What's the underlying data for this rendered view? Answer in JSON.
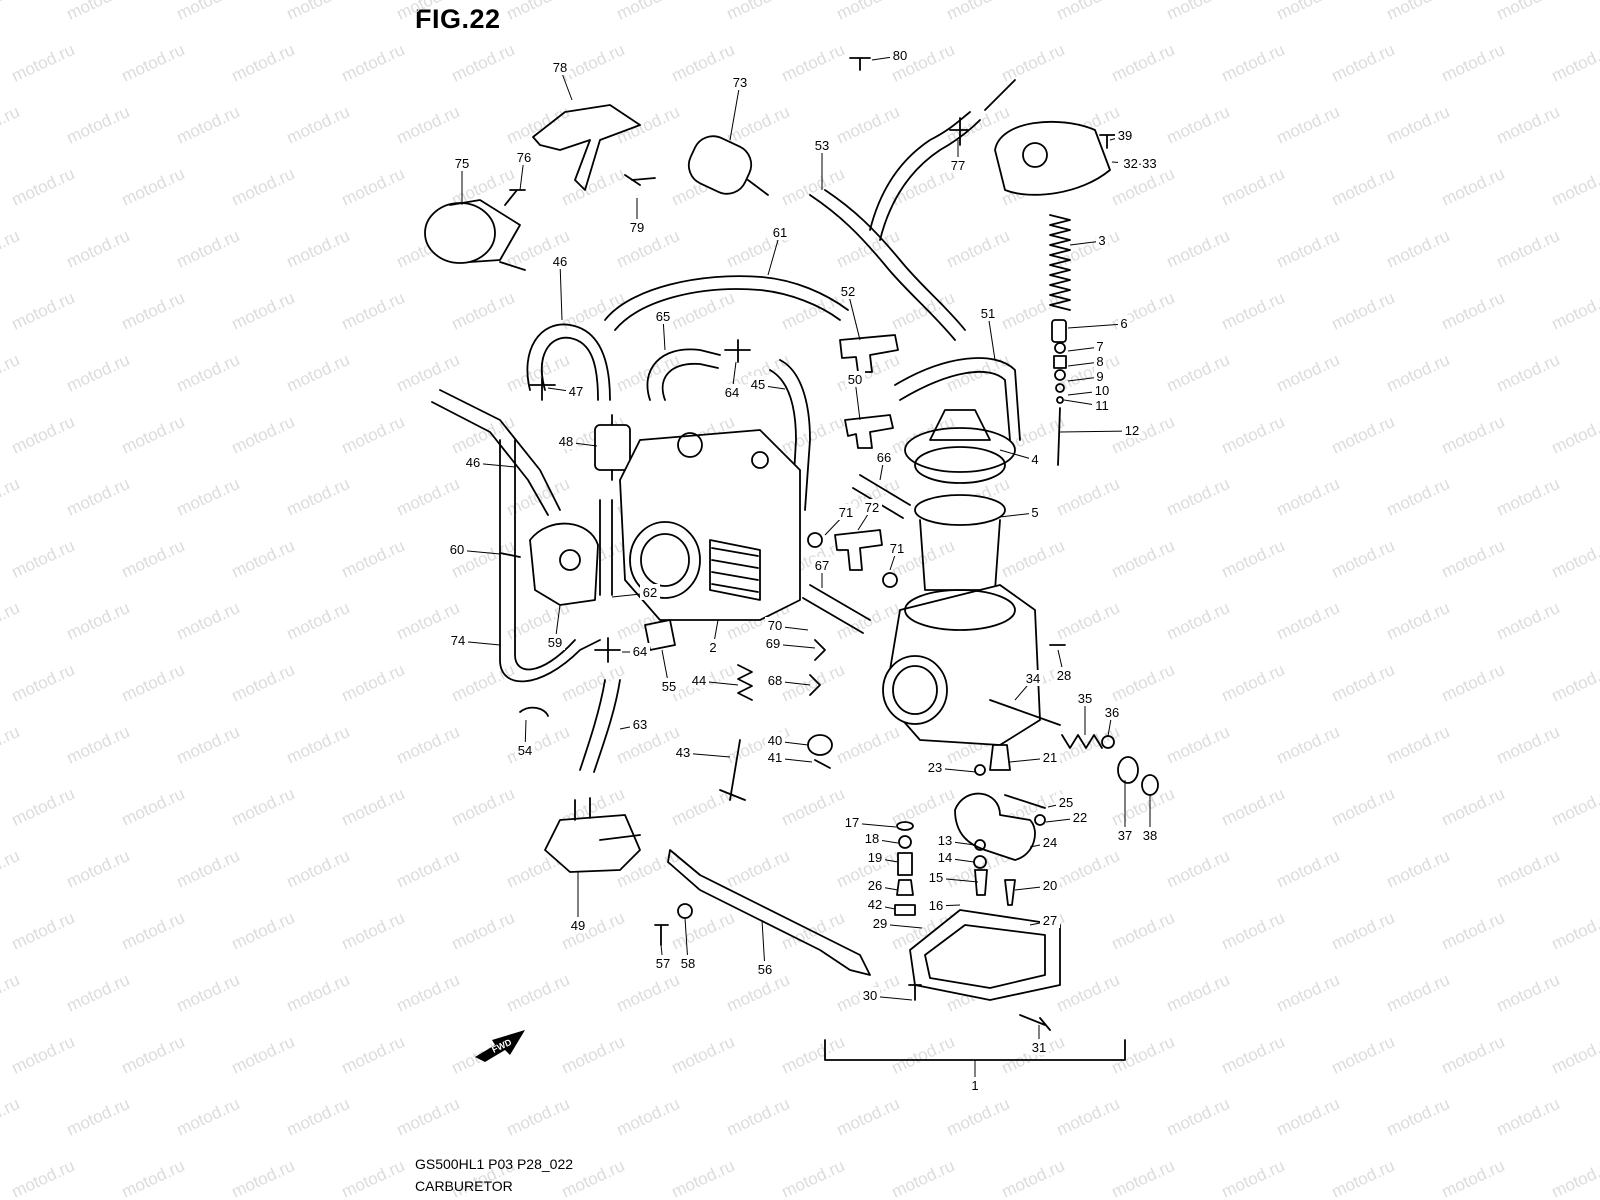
{
  "figure": {
    "title": "FIG.22",
    "drawing_code": "GS500HL1 P03 P28_022",
    "caption": "CARBURETOR",
    "watermark": "motod.ru",
    "fwd_label": "FWD"
  },
  "callouts": [
    "78",
    "73",
    "80",
    "77",
    "39",
    "32·33",
    "75",
    "76",
    "79",
    "53",
    "3",
    "61",
    "46",
    "52",
    "6",
    "51",
    "7",
    "8",
    "9",
    "10",
    "11",
    "12",
    "65",
    "47",
    "64",
    "45",
    "50",
    "48",
    "4",
    "46",
    "66",
    "5",
    "71",
    "72",
    "60",
    "67",
    "71",
    "62",
    "74",
    "59",
    "64",
    "55",
    "2",
    "70",
    "69",
    "28",
    "44",
    "68",
    "34",
    "35",
    "36",
    "40",
    "41",
    "43",
    "23",
    "21",
    "63",
    "54",
    "25",
    "22",
    "37",
    "38",
    "17",
    "18",
    "13",
    "24",
    "19",
    "14",
    "15",
    "20",
    "26",
    "42",
    "16",
    "29",
    "27",
    "49",
    "57",
    "58",
    "56",
    "30",
    "31",
    "1"
  ]
}
